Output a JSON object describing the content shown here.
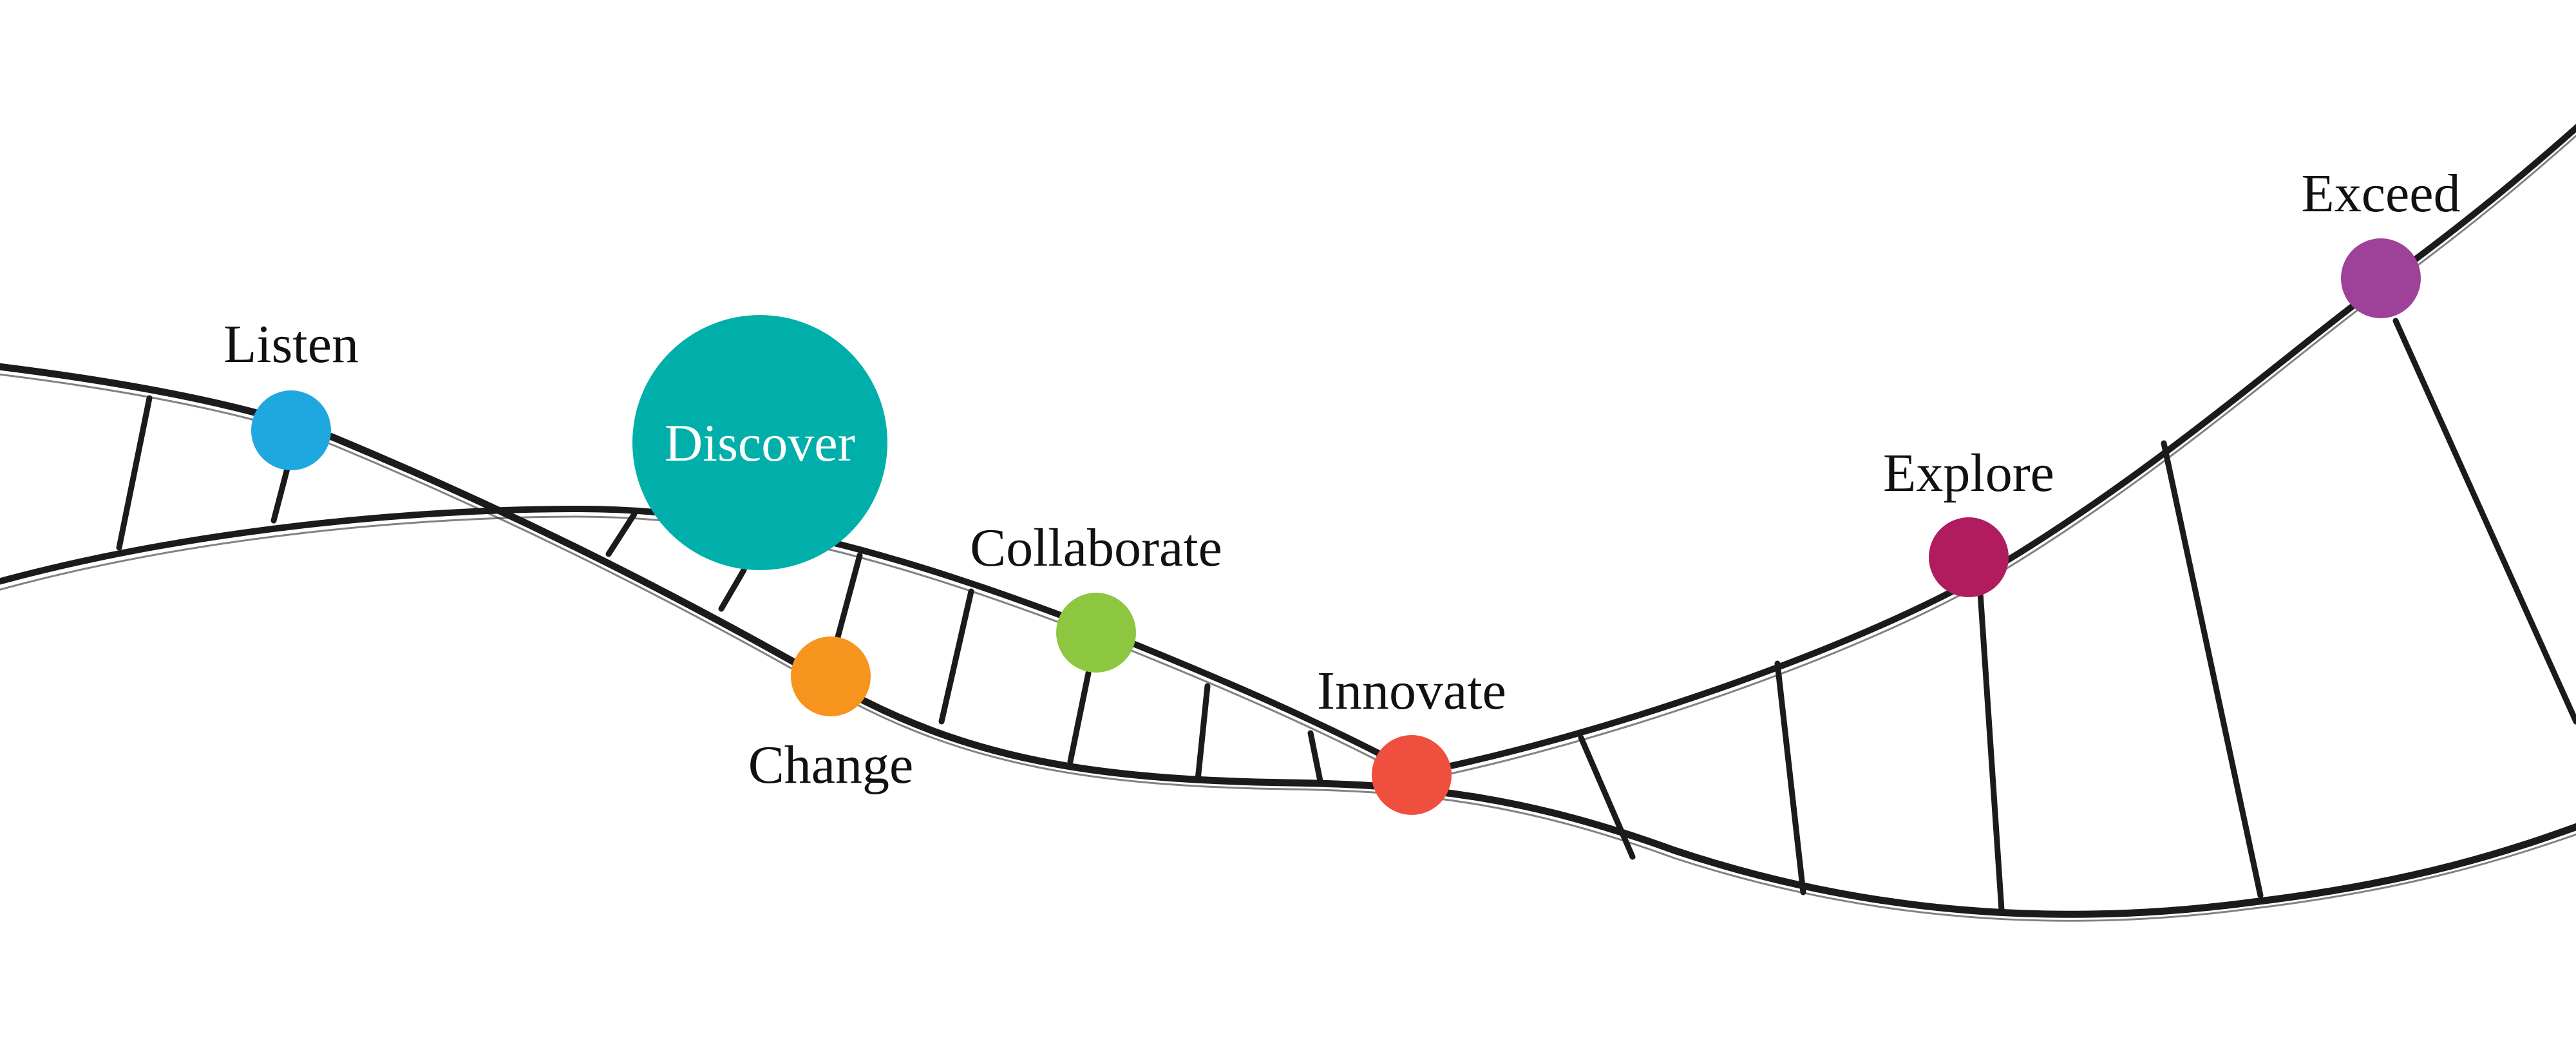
{
  "stages": [
    {
      "key": "listen",
      "label": "Listen",
      "color": "#1FA8DF"
    },
    {
      "key": "discover",
      "label": "Discover",
      "color": "#00AFA9"
    },
    {
      "key": "change",
      "label": "Change",
      "color": "#F7941D"
    },
    {
      "key": "collaborate",
      "label": "Collaborate",
      "color": "#8DC63F"
    },
    {
      "key": "innovate",
      "label": "Innovate",
      "color": "#EF4F3F"
    },
    {
      "key": "explore",
      "label": "Explore",
      "color": "#B01C5E"
    },
    {
      "key": "exceed",
      "label": "Exceed",
      "color": "#9D4199"
    }
  ],
  "stroke_color": "#1B1B1B"
}
